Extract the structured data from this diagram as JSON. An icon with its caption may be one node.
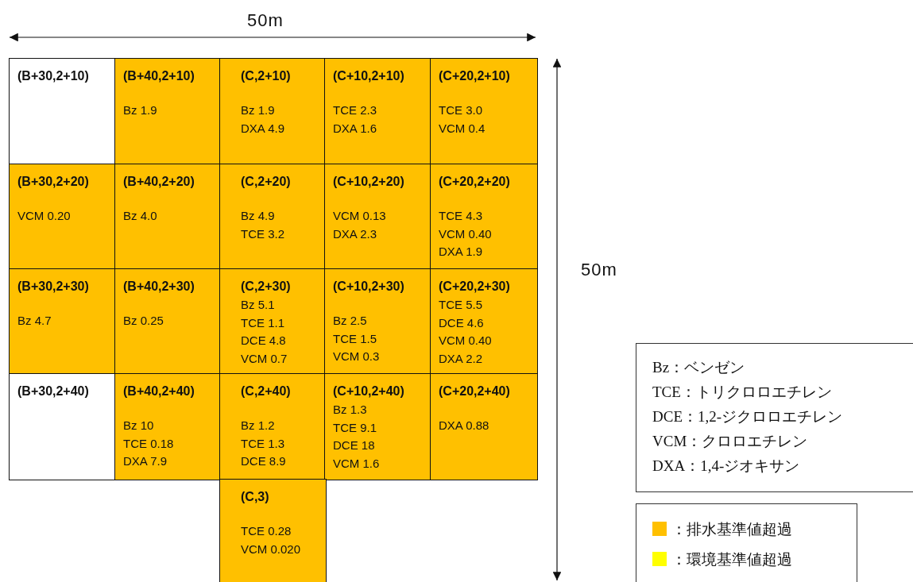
{
  "diagram": {
    "nodes": [
      {
        "text": [
          "(B+30,2+10)"
        ]
      },
      {
        "text": [
          "(B+40,2+10)",
          "Bz 1.9"
        ]
      },
      {
        "text": [
          "(C,2+10)",
          "Bz 1.9",
          "DXA 4.9"
        ]
      },
      {
        "text": [
          "(C+10,2+10)",
          "TCE 2.3",
          "DXA 1.6"
        ]
      },
      {
        "text": [
          "(C+20,2+10)",
          "TCE 3.0",
          "VCM 0.4"
        ]
      },
      {
        "text": [
          "(B+30,2+20)",
          "VCM 0.20"
        ]
      },
      {
        "text": [
          "(B+40,2+20)",
          "Bz 4.0"
        ]
      },
      {
        "text": [
          "(C,2+20)",
          "Bz 4.9",
          "TCE 3.2"
        ]
      },
      {
        "text": [
          "(C+10,2+20)",
          "VCM 0.13",
          "DXA 2.3"
        ]
      },
      {
        "text": [
          "(C+20,2+20)",
          "TCE 4.3",
          "VCM 0.40",
          "DXA 1.9"
        ]
      },
      {
        "text": [
          "(B+30,2+30)",
          "Bz 4.7"
        ]
      },
      {
        "text": [
          "(B+40,2+30)",
          "Bz 0.25"
        ]
      },
      {
        "text": [
          "(C,2+30)",
          "Bz 5.1",
          "TCE 1.1",
          "DCE 4.8",
          "VCM 0.7"
        ]
      },
      {
        "text": [
          "(C+10,2+30)",
          "Bz 2.5",
          "TCE 1.5",
          "VCM 0.3"
        ]
      },
      {
        "text": [
          "(C+20,2+30)",
          "TCE 5.5",
          "DCE 4.6",
          "VCM 0.40",
          "DXA 2.2"
        ]
      },
      {
        "text": [
          "(B+30,2+40)"
        ]
      },
      {
        "text": [
          "(B+40,2+40)",
          "Bz 10",
          "TCE 0.18",
          "DXA 7.9"
        ]
      },
      {
        "text": [
          "(C,2+40)",
          "Bz 1.2",
          "TCE 1.3",
          "DCE 8.9"
        ]
      },
      {
        "text": [
          "(C+10,2+40)",
          "Bz 1.3",
          "TCE 9.1",
          "DCE 18",
          "VCM 1.6"
        ]
      },
      {
        "text": [
          "(C+20,2+40)",
          "DXA 0.88"
        ]
      },
      {
        "text": [
          "(C,3)",
          "TCE 0.28",
          "VCM 0.020"
        ]
      },
      {
        "text": [
          "Bz：ベンゼン",
          "TCE：トリクロロエチレン",
          "DCE：1,2-ジクロロエチレン",
          "VCM：クロロエチレン",
          "DXA：1,4-ジオキサン"
        ]
      }
    ],
    "edges": [],
    "labels": [
      "50m",
      "50m"
    ],
    "legend": [
      {
        "text": "：排水基準値超過",
        "color": "#ffc000"
      },
      {
        "text": "：環境基準値超過",
        "color": "#ffff00"
      }
    ]
  }
}
